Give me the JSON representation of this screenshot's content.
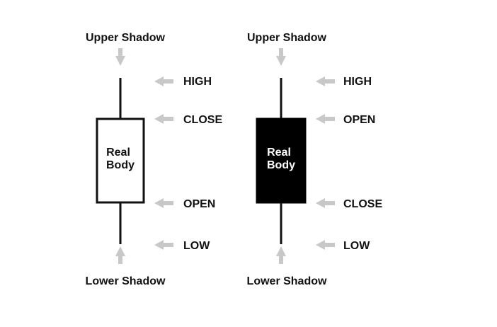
{
  "colors": {
    "ink": "#111111",
    "arrow": "#c8c8c8",
    "bearish_fill": "#000000",
    "bullish_fill": "#ffffff",
    "bearish_text": "#ffffff"
  },
  "candles": [
    {
      "kind": "bullish",
      "upper_shadow_label": "Upper Shadow",
      "lower_shadow_label": "Lower Shadow",
      "body_label_line1": "Real",
      "body_label_line2": "Body",
      "labels": {
        "high": "HIGH",
        "body_top": "CLOSE",
        "body_bottom": "OPEN",
        "low": "LOW"
      }
    },
    {
      "kind": "bearish",
      "upper_shadow_label": "Upper Shadow",
      "lower_shadow_label": "Lower Shadow",
      "body_label_line1": "Real",
      "body_label_line2": "Body",
      "labels": {
        "high": "HIGH",
        "body_top": "OPEN",
        "body_bottom": "CLOSE",
        "low": "LOW"
      }
    }
  ]
}
